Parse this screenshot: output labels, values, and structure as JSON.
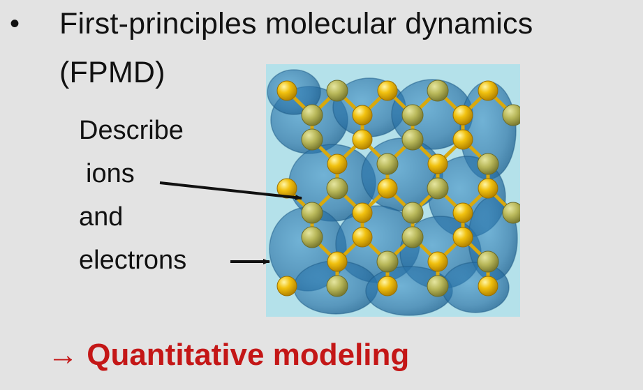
{
  "slide": {
    "bullet_symbol": "•",
    "title_line_1": "First-principles molecular dynamics",
    "title_line_2": "(FPMD)",
    "labels": {
      "describe": "Describe",
      "ions": "ions",
      "and": "and",
      "electrons": "electrons"
    },
    "conclusion": "→ Quantitative modeling"
  },
  "colors": {
    "background": "#e3e3e3",
    "text": "#111111",
    "accent_red": "#c41717",
    "figure_background": "#b4e1ea",
    "electron_density": "#2f7fb8",
    "atom_gold": "#f1c10f"
  }
}
